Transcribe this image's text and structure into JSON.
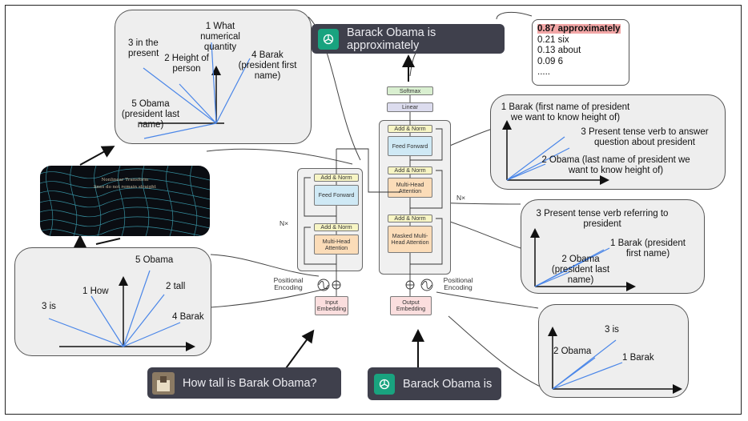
{
  "concept_panels": {
    "top_left": {
      "labels": [
        "1 What numerical quantity",
        "2 Height of person",
        "3 in the present",
        "4 Barak (president first name)",
        "5 Obama (president last name)"
      ]
    },
    "bottom_left": {
      "labels": [
        "5 Obama",
        "1 How",
        "2 tall",
        "3 is",
        "4 Barak"
      ]
    },
    "right_top": {
      "labels": [
        "1 Barak (first name of president we want to know height of)",
        "3 Present tense verb to answer question about president",
        "2 Obama (last name of president we want to know height of)"
      ]
    },
    "right_mid": {
      "labels": [
        "3 Present tense verb referring to president",
        "1 Barak (president first name)",
        "2 Obama (president last name)"
      ]
    },
    "right_bottom": {
      "labels": [
        "3 is",
        "2 Obama",
        "1 Barak"
      ]
    }
  },
  "nonlinear_box": {
    "title": "Nonlinear Transform",
    "subtitle": "lines do not remain straight"
  },
  "chat": {
    "output_top": "Barack Obama is approximately",
    "input_question": "How tall is Barak Obama?",
    "output_bottom": "Barack Obama is"
  },
  "probabilities": {
    "items": [
      {
        "text": "0.87 approximately",
        "highlight": true
      },
      {
        "text": "0.21 six",
        "highlight": false
      },
      {
        "text": "0.13 about",
        "highlight": false
      },
      {
        "text": "0.09 6",
        "highlight": false
      },
      {
        "text": ".....",
        "highlight": false
      }
    ]
  },
  "transformer": {
    "encoder": {
      "add_norm_1": "Add & Norm",
      "feed_forward": "Feed Forward",
      "add_norm_2": "Add & Norm",
      "attention": "Multi-Head Attention",
      "nx": "N×",
      "positional": "Positional Encoding",
      "embedding": "Input Embedding"
    },
    "decoder": {
      "softmax": "Softmax",
      "linear": "Linear",
      "add_norm_1": "Add & Norm",
      "feed_forward": "Feed Forward",
      "add_norm_2": "Add & Norm",
      "attention": "Multi-Head Attention",
      "add_norm_3": "Add & Norm",
      "masked_attention": "Masked Multi-Head Attention",
      "nx": "N×",
      "positional": "Positional Encoding",
      "embedding": "Output Embedding"
    }
  },
  "colors": {
    "vector": "#4a86e8",
    "chat_bg": "#3f404c",
    "gpt_green": "#19a37f",
    "highlight": "#f2a6a6"
  }
}
